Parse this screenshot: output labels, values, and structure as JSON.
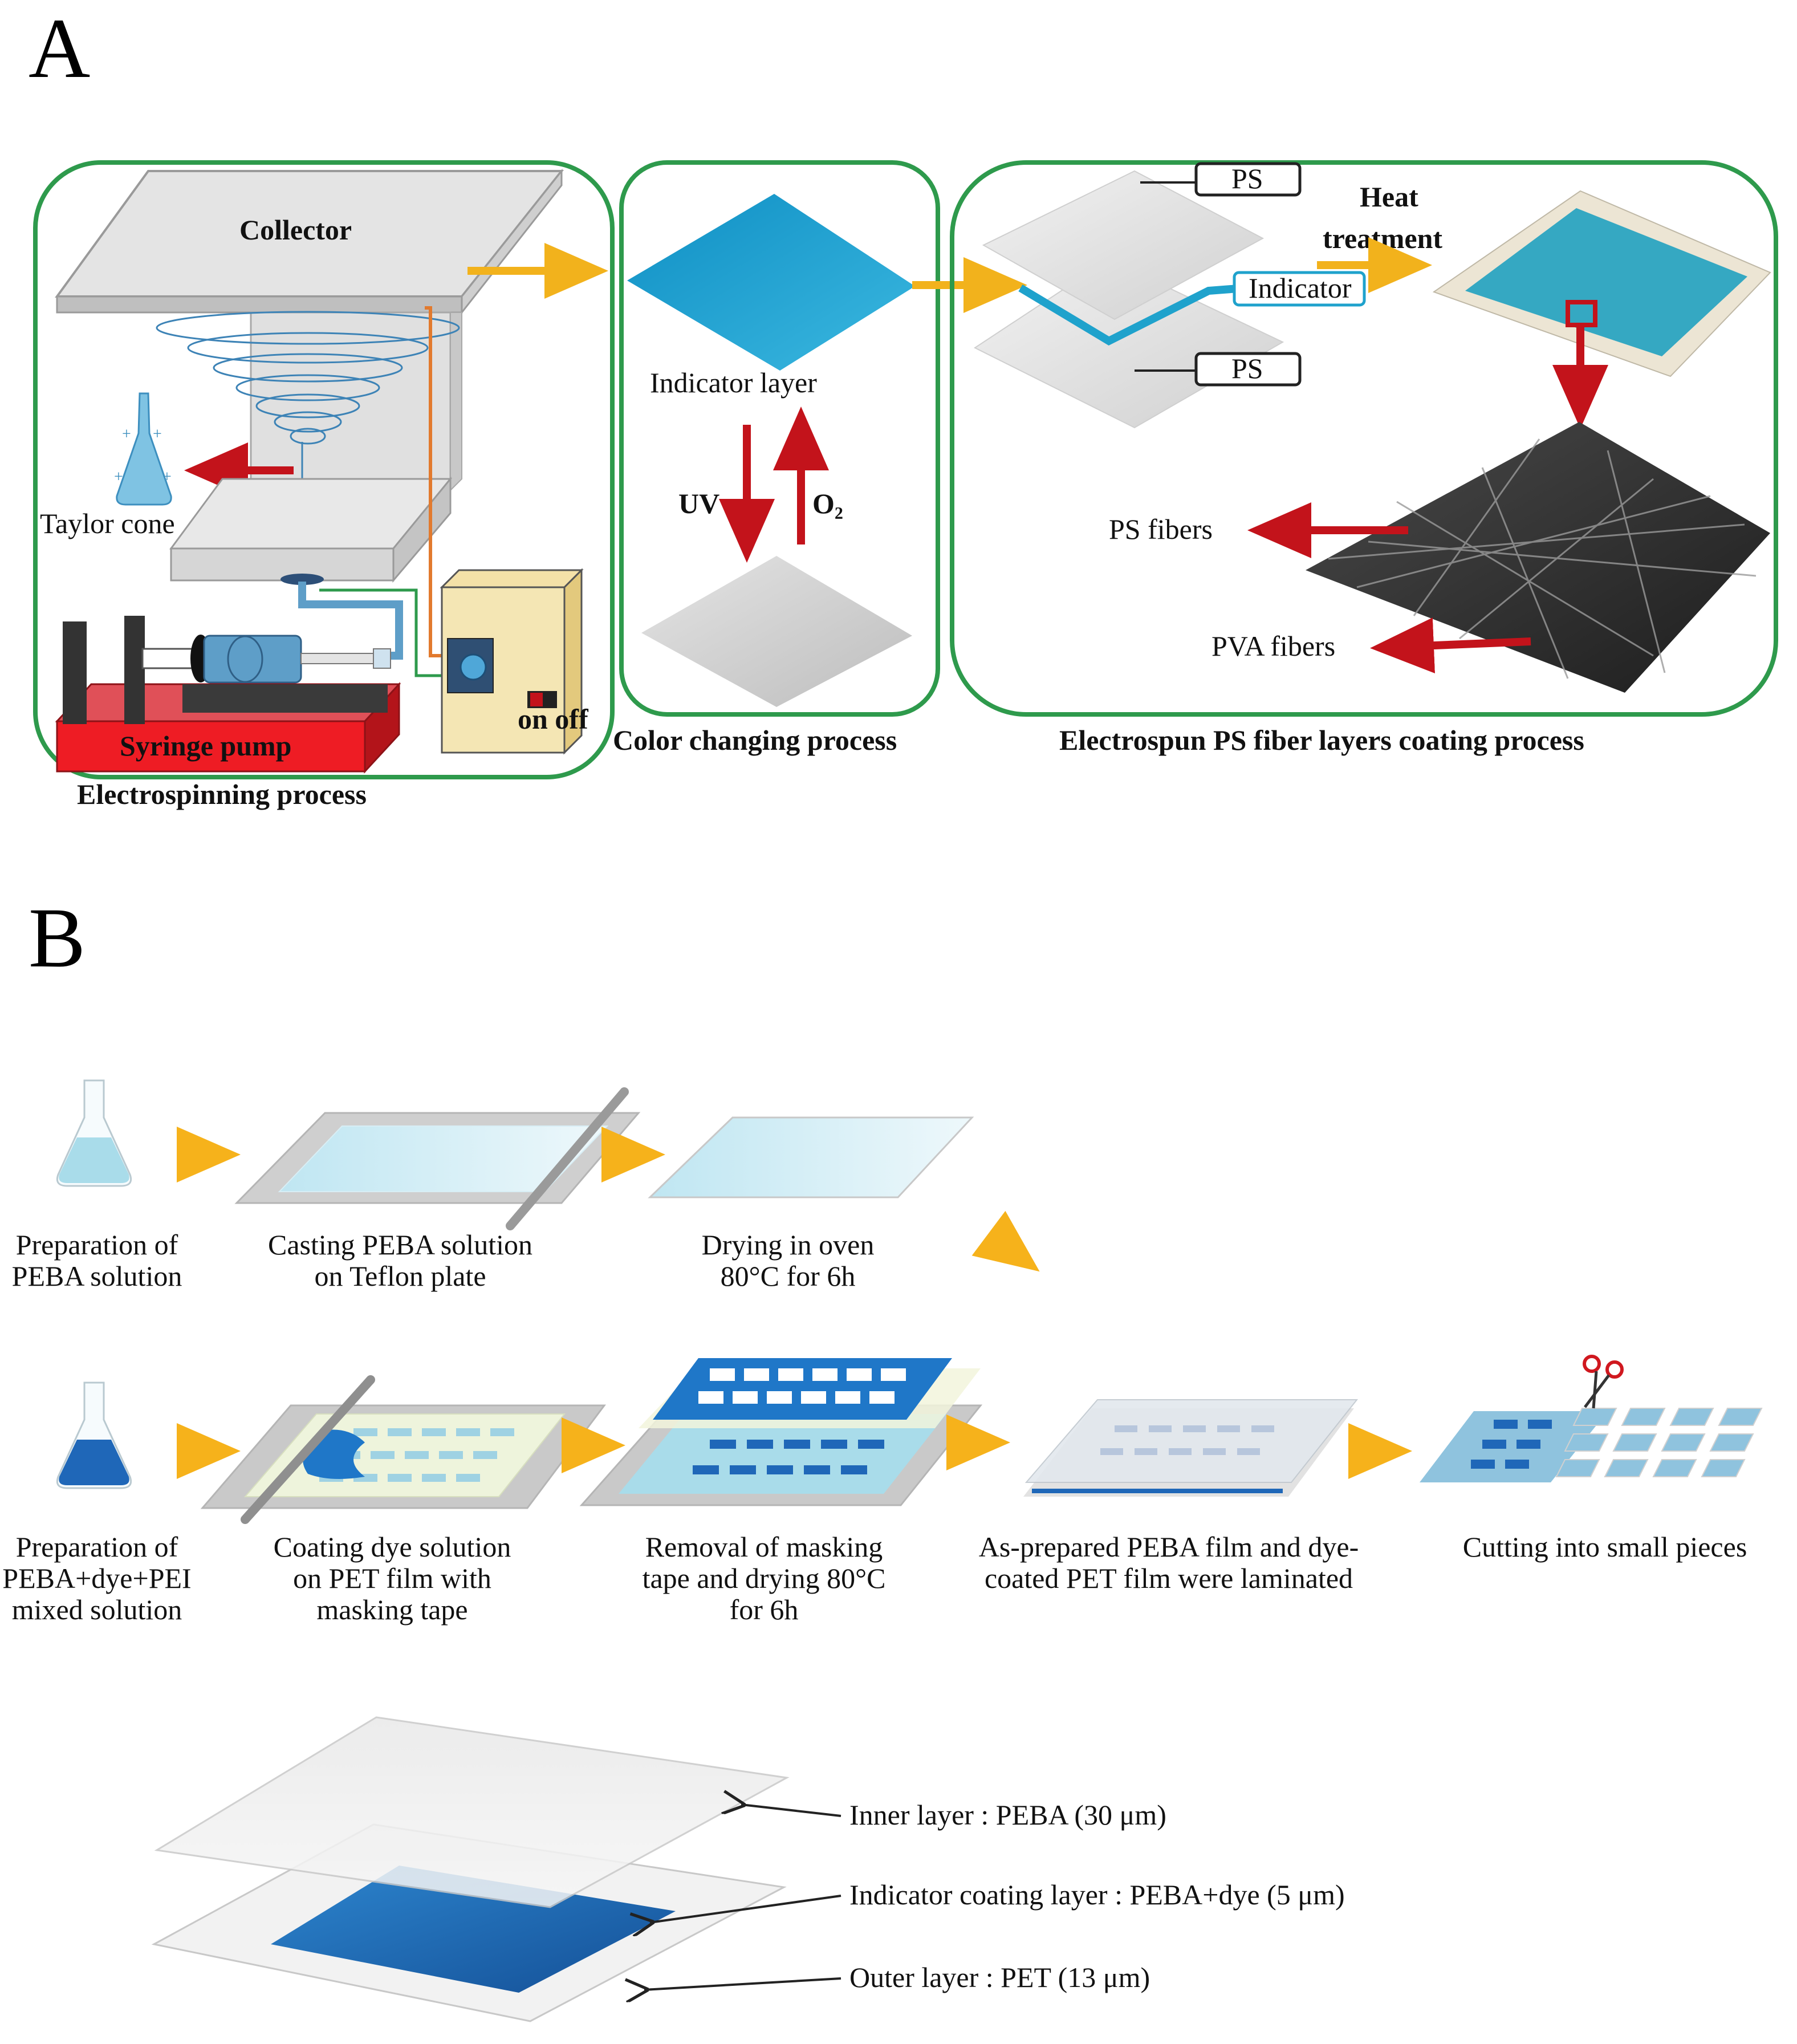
{
  "panel_a": {
    "letter": "A",
    "box1": {
      "collector": "Collector",
      "taylor_cone": "Taylor cone",
      "syringe_pump": "Syringe pump",
      "switch": "on off",
      "caption": "Electrospinning process"
    },
    "box2": {
      "indicator_layer": "Indicator layer",
      "uv": "UV",
      "o2": "O₂",
      "caption": "Color changing process"
    },
    "box3": {
      "ps_top": "PS",
      "ps_bottom": "PS",
      "indicator": "Indicator",
      "heat_line1": "Heat",
      "heat_line2": "treatment",
      "ps_fibers": "PS fibers",
      "pva_fibers": "PVA fibers",
      "caption": "Electrospun PS fiber layers coating process"
    },
    "colors": {
      "box_border": "#2e9a4c",
      "flow_arrow": "#f2b21c",
      "red_arrow": "#c3131b",
      "indicator_blue": "#1fa2cc"
    }
  },
  "panel_b": {
    "letter": "B",
    "row1": [
      {
        "line1": "Preparation of",
        "line2": "PEBA solution"
      },
      {
        "line1": "Casting PEBA solution",
        "line2": "on Teflon plate"
      },
      {
        "line1": "Drying in oven",
        "line2": "80°C for 6h"
      }
    ],
    "row2": [
      {
        "line1": "Preparation of",
        "line2": "PEBA+dye+PEI",
        "line3": "mixed solution"
      },
      {
        "line1": "Coating dye solution",
        "line2": "on PET film with",
        "line3": "masking tape"
      },
      {
        "line1": "Removal of masking",
        "line2": "tape and drying 80°C",
        "line3": "for 6h"
      },
      {
        "line1": "As-prepared PEBA film and dye-",
        "line2": "coated PET film were laminated"
      },
      {
        "line1": "Cutting into small pieces"
      }
    ],
    "layers": {
      "inner": "Inner layer : PEBA (30 μm)",
      "indicator": "Indicator coating layer : PEBA+dye (5 μm)",
      "outer": "Outer layer : PET (13 μm)"
    },
    "colors": {
      "dye_blue": "#1f67b8",
      "solution_light": "#a9dcea",
      "arrow": "#f6b21b"
    }
  }
}
